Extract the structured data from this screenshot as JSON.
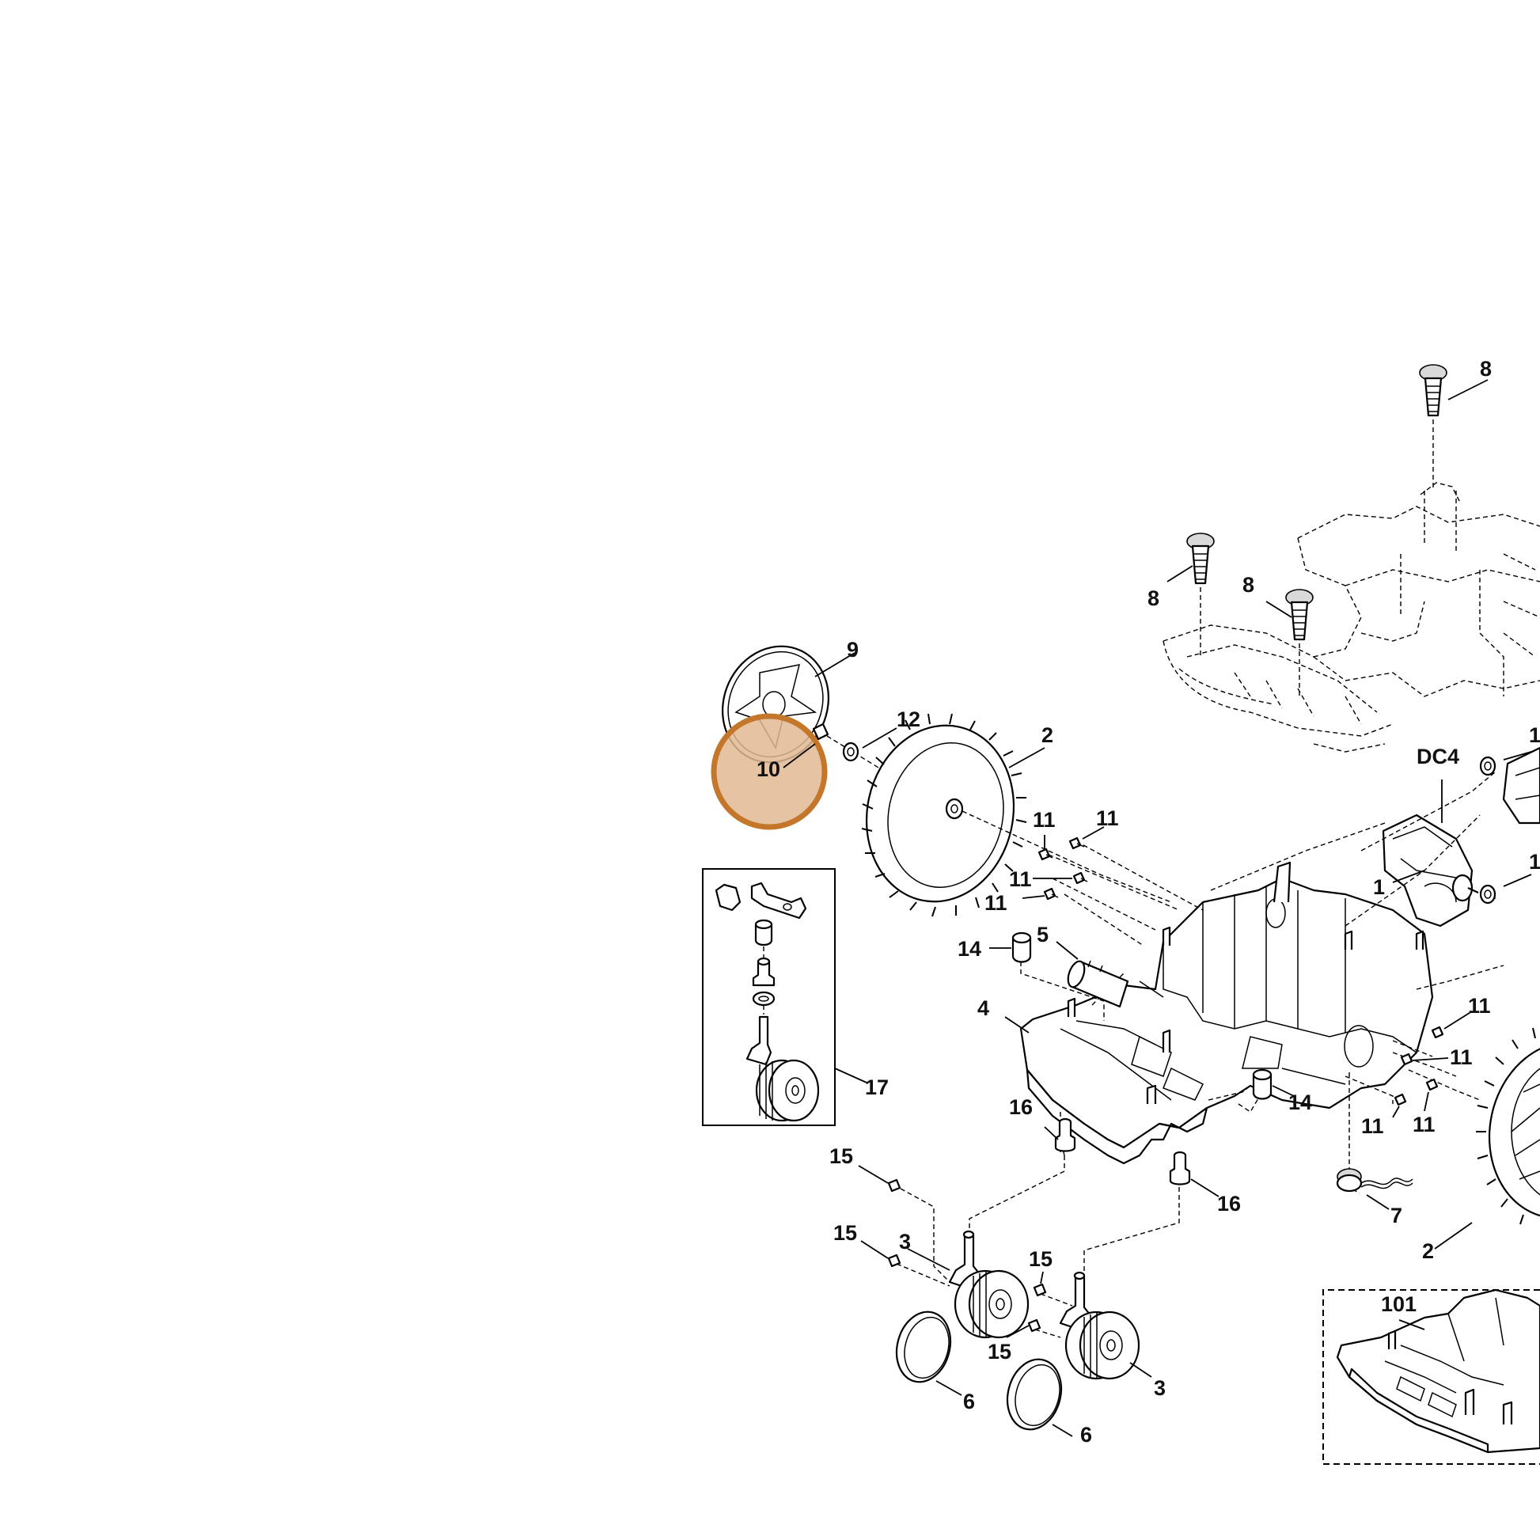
{
  "diagram": {
    "highlight": {
      "part": "10",
      "color": "#c4772a",
      "fill": "#e2b993"
    },
    "callouts": {
      "c1": "1",
      "c2a": "2",
      "c2b": "2",
      "c3a": "3",
      "c3b": "3",
      "c4": "4",
      "c5": "5",
      "c6a": "6",
      "c6b": "6",
      "c7": "7",
      "c8a": "8",
      "c8b": "8",
      "c8c": "8",
      "c9": "9",
      "c10": "10",
      "c11a": "11",
      "c11b": "11",
      "c11c": "11",
      "c11d": "11",
      "c11e": "11",
      "c11f": "11",
      "c11g": "11",
      "c11h": "11",
      "c12": "12",
      "c13a": "1",
      "c13b": "1",
      "c14a": "14",
      "c14b": "14",
      "c15a": "15",
      "c15b": "15",
      "c15c": "15",
      "c15d": "15",
      "c16a": "16",
      "c16b": "16",
      "c17": "17",
      "c101": "101",
      "cdc4": "DC4"
    }
  }
}
